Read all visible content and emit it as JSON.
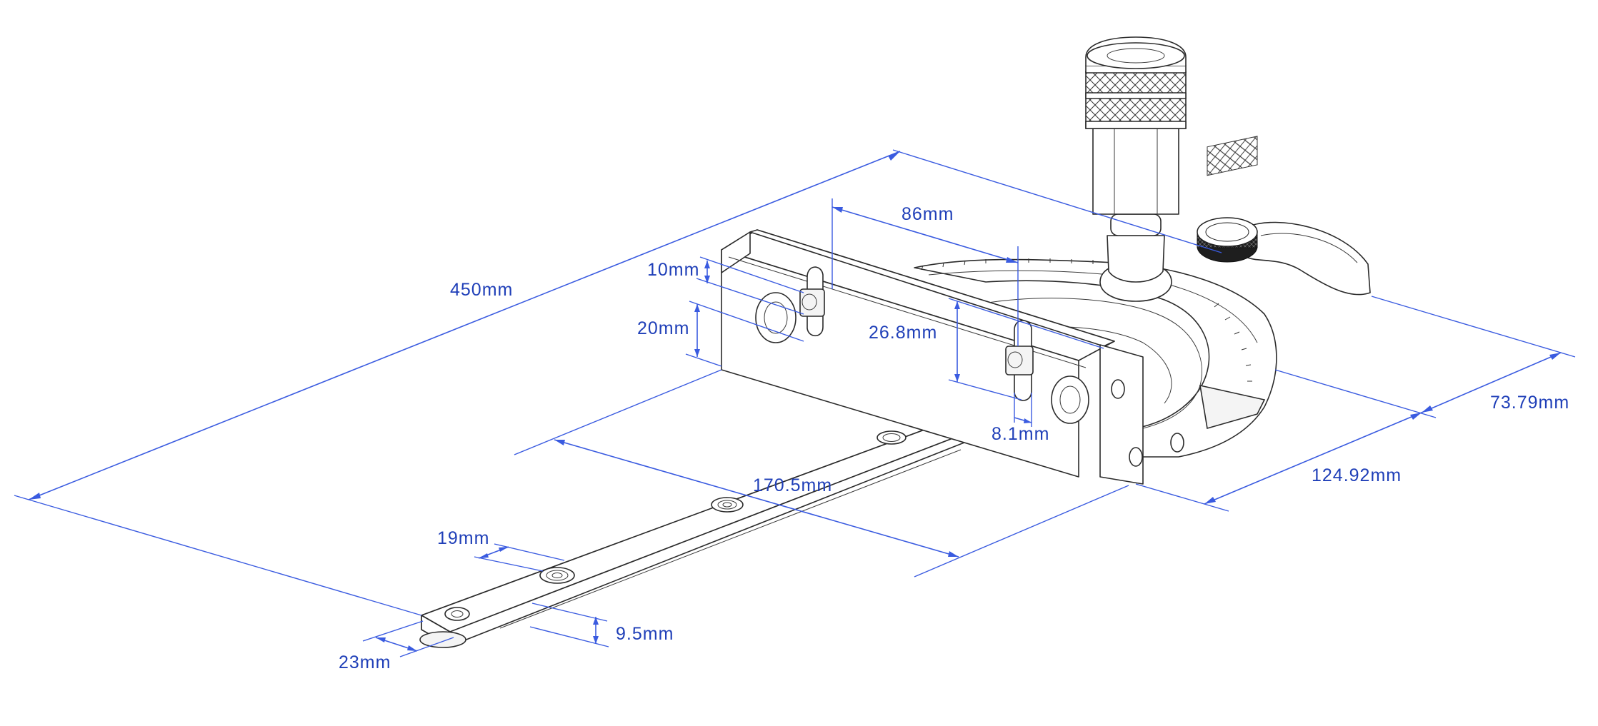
{
  "dimensions": {
    "overall_length": "450mm",
    "fence_to_slot": "86mm",
    "slot_height": "10mm",
    "slot_offset": "20mm",
    "fence_height": "26.8mm",
    "slot_width": "8.1mm",
    "bar_fence_offset": "170.5mm",
    "head_width": "124.92mm",
    "head_depth": "73.79mm",
    "hole_spacing": "19mm",
    "bar_thickness": "9.5mm",
    "bar_width": "23mm"
  },
  "colors": {
    "dimension": "#3a5be0",
    "label": "#1f3fb8",
    "outline": "#2a2a2a"
  }
}
